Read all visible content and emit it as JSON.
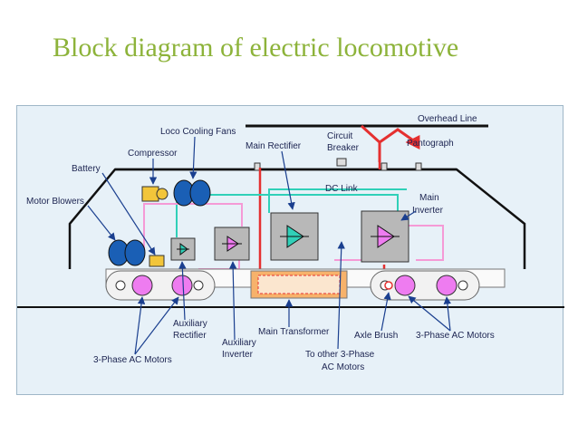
{
  "title": "Block diagram of electric locomotive",
  "labels": {
    "overhead_line": "Overhead Line",
    "loco_cooling_fans": "Loco Cooling Fans",
    "compressor": "Compressor",
    "battery": "Battery",
    "motor_blowers": "Motor Blowers",
    "main_rectifier": "Main Rectifier",
    "circuit": "Circuit",
    "breaker": "Breaker",
    "pantograph": "Pantograph",
    "dc_link": "DC Link",
    "main": "Main",
    "inverter": "Inverter",
    "three_phase_left": "3-Phase AC Motors",
    "auxiliary_1": "Auxiliary",
    "rectifier": "Rectifier",
    "auxiliary_2": "Auxiliary",
    "aux_inverter": "Inverter",
    "main_transformer": "Main Transformer",
    "to_other": "To other 3-Phase",
    "ac_motors": "AC Motors",
    "axle_brush": "Axle Brush",
    "three_phase_right": "3-Phase AC Motors"
  },
  "colors": {
    "title": "#8db33a",
    "background": "#e7f1f8",
    "power_line": "#e53030",
    "dc_link": "#30d0b8",
    "aux_wiring": "#f59ad6",
    "motor": "#ee7cf0",
    "block_fill": "#b8b8b8",
    "blower": "#1a5fb5",
    "compressor": "#f2c53a",
    "transformer": "#f7b26b",
    "body_outline": "#111111",
    "label": "#1b2350",
    "pointer": "#1a3f8f"
  }
}
